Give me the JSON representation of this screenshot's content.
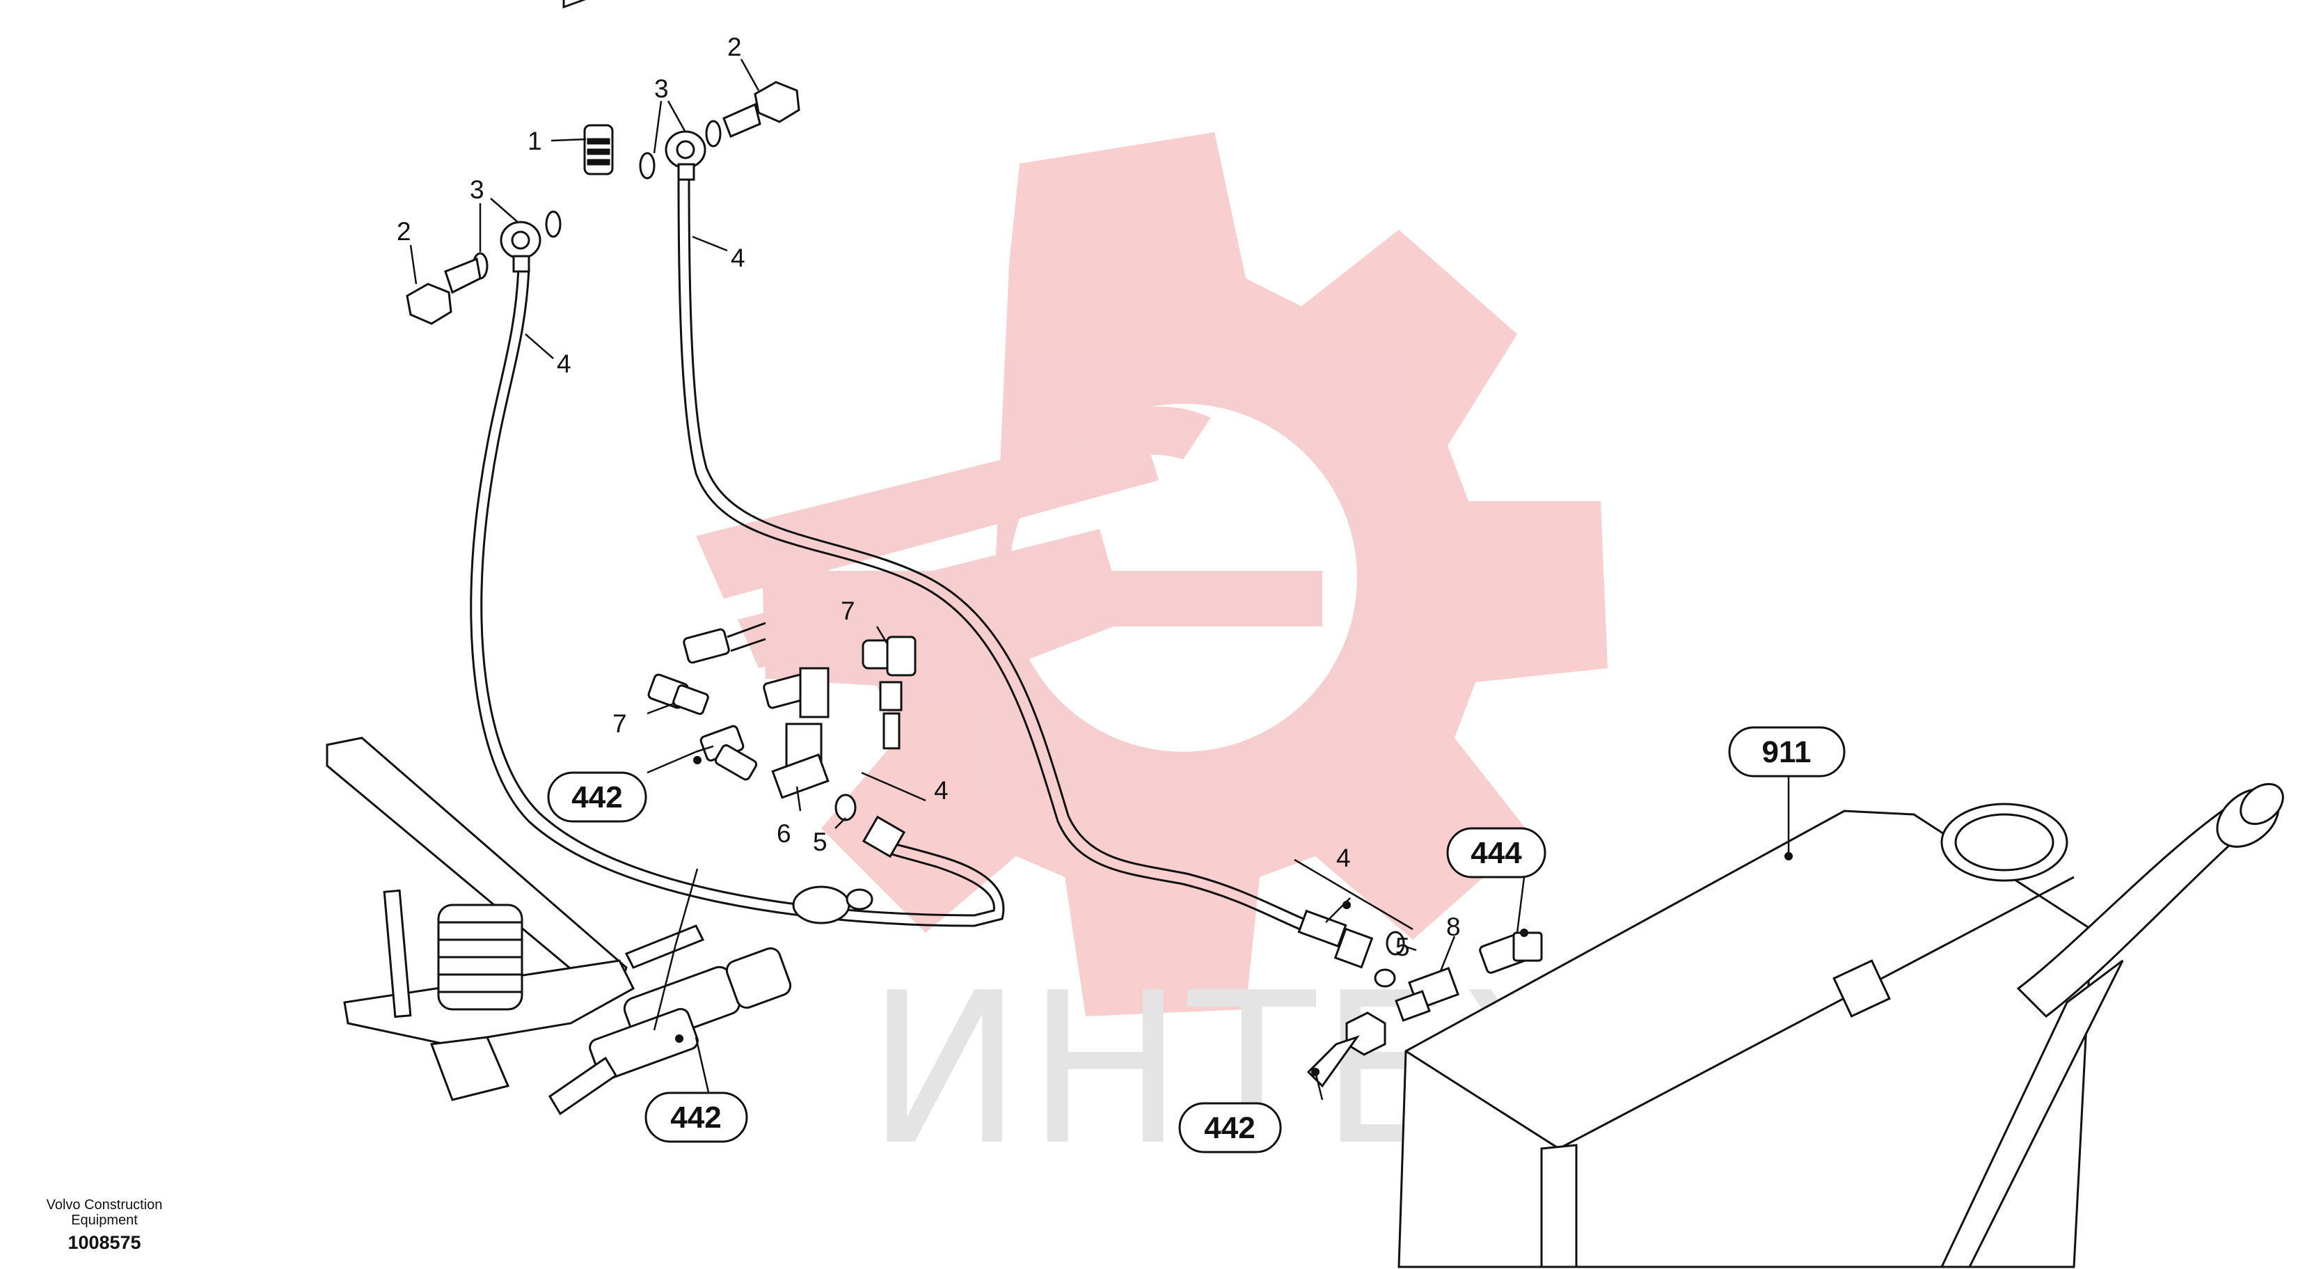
{
  "watermark": {
    "text": "ИНТЕХ",
    "colors": {
      "gear": "#f7c9ca",
      "text": "#e4e4e4"
    }
  },
  "callouts": {
    "c1": "1",
    "c2a": "2",
    "c2b": "2",
    "c3a": "3",
    "c3b": "3",
    "c4a": "4",
    "c4b": "4",
    "c4c": "4",
    "c4d": "4",
    "c5a": "5",
    "c5b": "5",
    "c6": "6",
    "c7a": "7",
    "c7b": "7",
    "c8": "8"
  },
  "references": {
    "r442a": "442",
    "r442b": "442",
    "r442c": "442",
    "r444": "444",
    "r911": "911"
  },
  "footer": {
    "company_line1": "Volvo Construction",
    "company_line2": "Equipment",
    "doc_number": "1008575"
  }
}
